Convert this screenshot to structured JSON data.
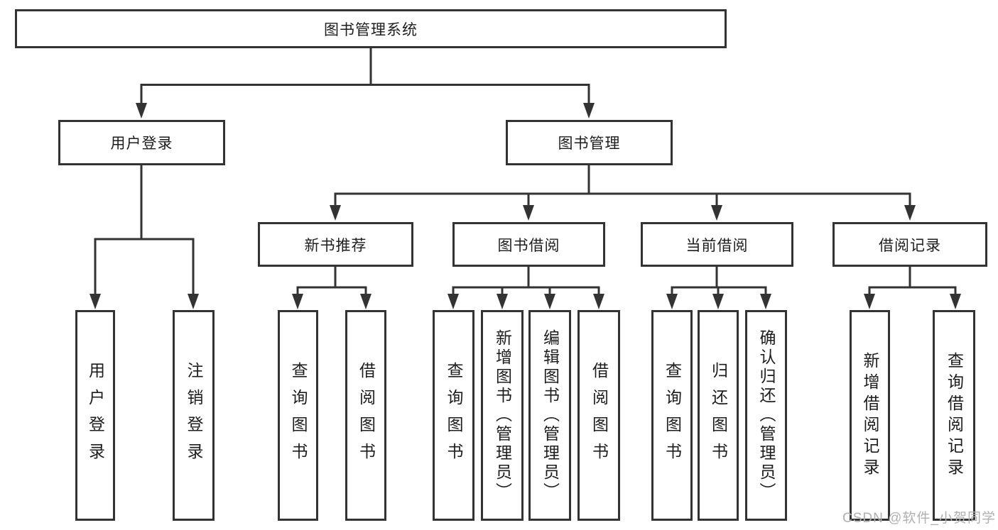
{
  "background": "#ffffff",
  "colors": {
    "line": "#333333",
    "node_border": "#333333",
    "text": "#1d1d1d",
    "watermark": "#b0b0b0"
  },
  "watermark": {
    "text": "CSDN @软件_小贺同学"
  },
  "tree": {
    "root": {
      "label": "图书管理系统",
      "children": [
        {
          "label": "用户登录",
          "children": [
            {
              "label": "用户登录"
            },
            {
              "label": "注销登录"
            }
          ]
        },
        {
          "label": "图书管理",
          "children": [
            {
              "label": "新书推荐",
              "children": [
                {
                  "label": "查询图书"
                },
                {
                  "label": "借阅图书"
                }
              ]
            },
            {
              "label": "图书借阅",
              "children": [
                {
                  "label": "查询图书"
                },
                {
                  "label": "新增图书（管理员）"
                },
                {
                  "label": "编辑图书（管理员）"
                },
                {
                  "label": "借阅图书"
                }
              ]
            },
            {
              "label": "当前借阅",
              "children": [
                {
                  "label": "查询图书"
                },
                {
                  "label": "归还图书"
                },
                {
                  "label": "确认归还（管理员）"
                }
              ]
            },
            {
              "label": "借阅记录",
              "children": [
                {
                  "label": "新增借阅记录"
                },
                {
                  "label": "查询借阅记录"
                }
              ]
            }
          ]
        }
      ]
    }
  }
}
